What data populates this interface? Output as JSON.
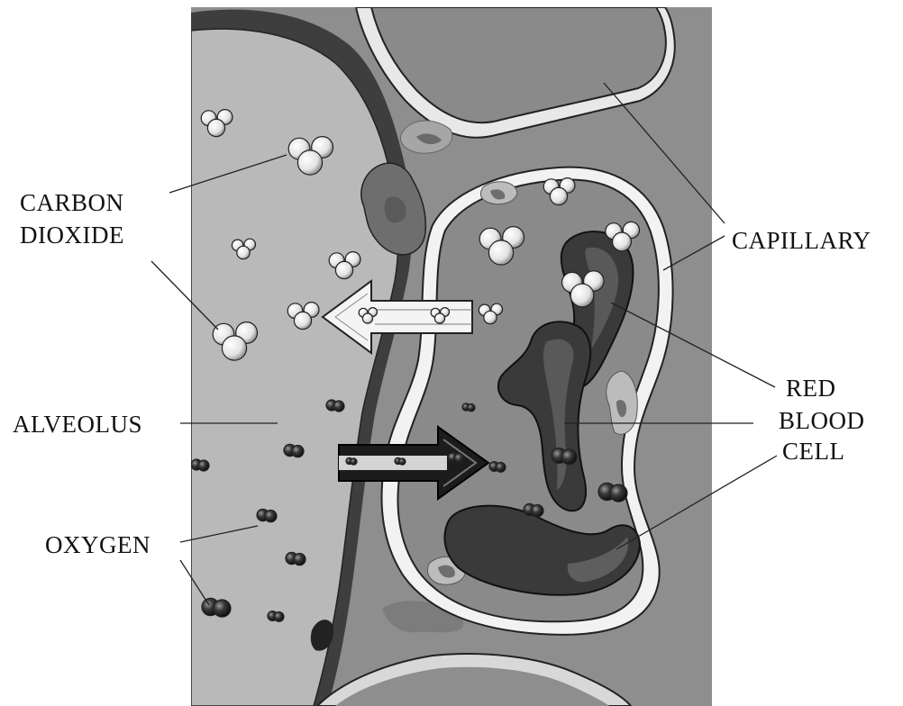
{
  "labels": {
    "carbon_dioxide_line1": "CARBON",
    "carbon_dioxide_line2": "DIOXIDE",
    "alveolus": "ALVEOLUS",
    "oxygen": "OXYGEN",
    "capillary": "CAPILLARY",
    "red_blood_cell_line1": "RED",
    "red_blood_cell_line2": "BLOOD",
    "red_blood_cell_line3": "CELL"
  },
  "colors": {
    "background_tissue": "#8e8e8e",
    "alveolus_air": "#b9b9b9",
    "capillary_plasma": "#8a8a8a",
    "red_blood_cell": "#3c3c3c",
    "membrane_light": "#e6e6e6",
    "carbon_dioxide_arrow": "#f4f4f4",
    "oxygen_arrow": "#1c1c1c"
  }
}
